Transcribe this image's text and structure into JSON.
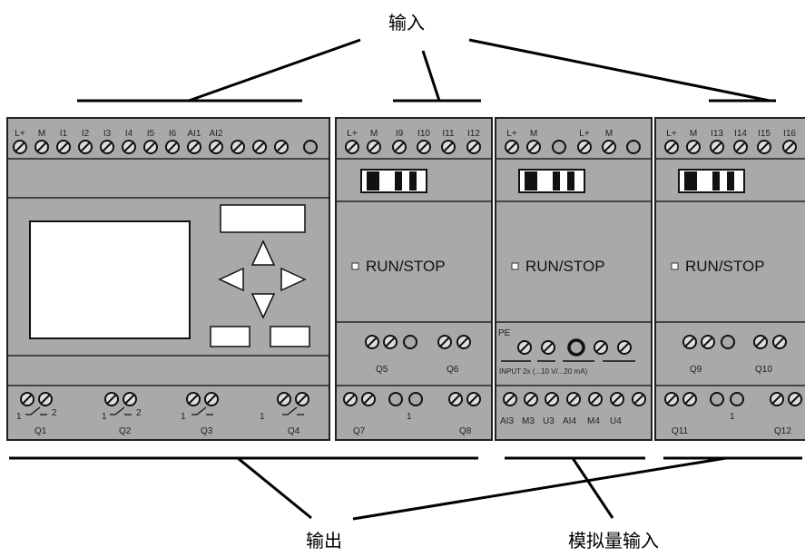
{
  "labels": {
    "inputs": "输入",
    "outputs": "输出",
    "analog_inputs": "模拟量输入"
  },
  "main_module": {
    "input_terminals": [
      "L+",
      "M",
      "I1",
      "I2",
      "I3",
      "I4",
      "I5",
      "I6",
      "AI1",
      "AI2"
    ],
    "output_labels": [
      "Q1",
      "Q2",
      "Q3",
      "Q4"
    ]
  },
  "module_di": {
    "input_terminals": [
      "L+",
      "M",
      "I9",
      "I10",
      "I11",
      "I12"
    ],
    "run_label": "RUN/STOP",
    "middle_outputs": [
      "Q5",
      "Q6"
    ],
    "bottom_outputs": [
      "Q7",
      "Q8"
    ]
  },
  "module_am": {
    "input_terminals": [
      "L+",
      "M",
      "L+",
      "M"
    ],
    "run_label": "RUN/STOP",
    "pe_label": "PE",
    "input_range_label": "INPUT 2x (...10 V/...20 mA)",
    "bottom_terminals": [
      "AI3",
      "M3",
      "U3",
      "AI4",
      "M4",
      "U4"
    ]
  },
  "module_right": {
    "input_terminals": [
      "L+",
      "M",
      "I13",
      "I14",
      "I15",
      "I16"
    ],
    "run_label": "RUN/STOP",
    "middle_outputs": [
      "Q9",
      "Q10"
    ],
    "bottom_outputs": [
      "Q11",
      "Q12"
    ]
  },
  "contact_numbers": {
    "one": "1",
    "two": "2"
  },
  "colors": {
    "panel": "#a9a9a9",
    "panel_dark": "#9a9a9a",
    "display": "#ffffff",
    "line": "#000000"
  }
}
